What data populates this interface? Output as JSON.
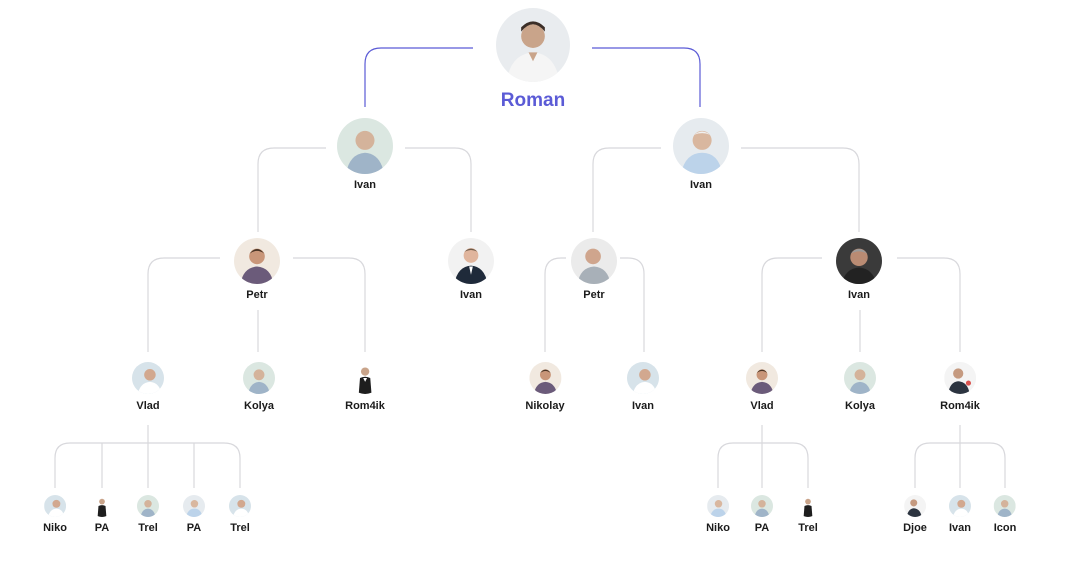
{
  "colors": {
    "root_accent": "#5b5bd6",
    "connector": "#d8d8dc",
    "text": "#1b1b1b"
  },
  "root": {
    "name": "Roman",
    "icon": "person-photo-icon"
  },
  "nodes": {
    "ivan_left": "Ivan",
    "ivan_right": "Ivan",
    "petr_left": "Petr",
    "ivan_suit": "Ivan",
    "petr_right": "Petr",
    "ivan_right_child": "Ivan",
    "vlad_left": "Vlad",
    "kolya_left": "Kolya",
    "rom4ik_left": "Rom4ik",
    "nikolay": "Nikolay",
    "ivan_under_petr": "Ivan",
    "vlad_right": "Vlad",
    "kolya_right": "Kolya",
    "rom4ik_right": "Rom4ik",
    "niko_left": "Niko",
    "pa_left_1": "PA",
    "trel_left_1": "Trel",
    "pa_left_2": "PA",
    "trel_left_2": "Trel",
    "niko_right": "Niko",
    "pa_right": "PA",
    "trel_right": "Trel",
    "djoe": "Djoe",
    "ivan_leaf": "Ivan",
    "icon_leaf": "Icon"
  }
}
